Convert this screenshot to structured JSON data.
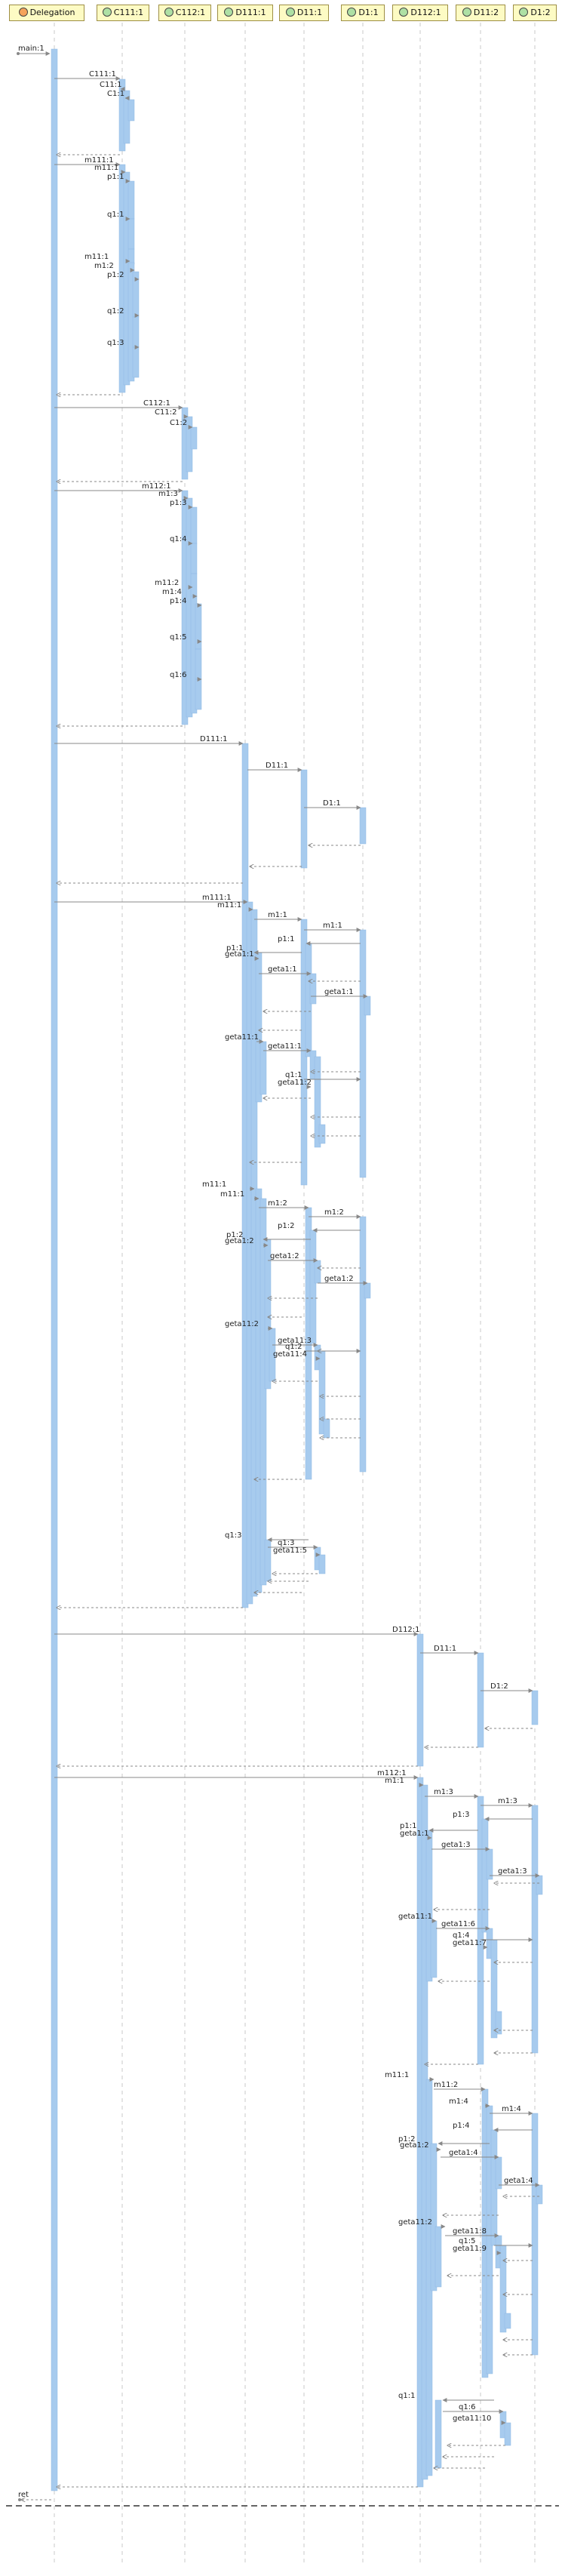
{
  "participants": [
    {
      "name": "Delegation",
      "kind": "class"
    },
    {
      "name": "C111:1",
      "kind": "object"
    },
    {
      "name": "C112:1",
      "kind": "object"
    },
    {
      "name": "D111:1",
      "kind": "object"
    },
    {
      "name": "D11:1",
      "kind": "object"
    },
    {
      "name": "D1:1",
      "kind": "object"
    },
    {
      "name": "D112:1",
      "kind": "object"
    },
    {
      "name": "D11:2",
      "kind": "object"
    },
    {
      "name": "D1:2",
      "kind": "object"
    }
  ],
  "entry_label": "main:1",
  "exit_label": "ret",
  "messages": [
    {
      "from": 0,
      "to": 1,
      "label": "C111:1"
    },
    {
      "from": 1,
      "to": 1,
      "label": "C11:1"
    },
    {
      "from": 1,
      "to": 1,
      "label": "C1:1"
    },
    {
      "from": 0,
      "to": 1,
      "label": "m111:1"
    },
    {
      "from": 1,
      "to": 1,
      "label": "m11:1"
    },
    {
      "from": 1,
      "to": 1,
      "label": "p1:1"
    },
    {
      "from": 1,
      "to": 1,
      "label": "q1:1"
    },
    {
      "from": 1,
      "to": 1,
      "label": "m11:1"
    },
    {
      "from": 1,
      "to": 1,
      "label": "m1:2"
    },
    {
      "from": 1,
      "to": 1,
      "label": "p1:2"
    },
    {
      "from": 1,
      "to": 1,
      "label": "q1:2"
    },
    {
      "from": 1,
      "to": 1,
      "label": "q1:3"
    },
    {
      "from": 0,
      "to": 2,
      "label": "C112:1"
    },
    {
      "from": 2,
      "to": 2,
      "label": "C11:2"
    },
    {
      "from": 2,
      "to": 2,
      "label": "C1:2"
    },
    {
      "from": 0,
      "to": 2,
      "label": "m112:1"
    },
    {
      "from": 2,
      "to": 2,
      "label": "m1:3"
    },
    {
      "from": 2,
      "to": 2,
      "label": "p1:3"
    },
    {
      "from": 2,
      "to": 2,
      "label": "q1:4"
    },
    {
      "from": 2,
      "to": 2,
      "label": "m11:2"
    },
    {
      "from": 2,
      "to": 2,
      "label": "m1:4"
    },
    {
      "from": 2,
      "to": 2,
      "label": "p1:4"
    },
    {
      "from": 2,
      "to": 2,
      "label": "q1:5"
    },
    {
      "from": 2,
      "to": 2,
      "label": "q1:6"
    },
    {
      "from": 0,
      "to": 3,
      "label": "D111:1"
    },
    {
      "from": 3,
      "to": 4,
      "label": "D11:1"
    },
    {
      "from": 4,
      "to": 5,
      "label": "D1:1"
    },
    {
      "from": 0,
      "to": 3,
      "label": "m111:1"
    },
    {
      "from": 3,
      "to": 3,
      "label": "m11:1"
    },
    {
      "from": 3,
      "to": 4,
      "label": "m1:1"
    },
    {
      "from": 4,
      "to": 5,
      "label": "m1:1"
    },
    {
      "from": 5,
      "to": 4,
      "label": "p1:1"
    },
    {
      "from": 4,
      "to": 3,
      "label": "p1:1"
    },
    {
      "from": 3,
      "to": 3,
      "label": "geta1:1"
    },
    {
      "from": 3,
      "to": 4,
      "label": "geta1:1"
    },
    {
      "from": 4,
      "to": 5,
      "label": "geta1:1"
    },
    {
      "from": 3,
      "to": 3,
      "label": "geta11:1"
    },
    {
      "from": 3,
      "to": 4,
      "label": "geta11:1"
    },
    {
      "from": 4,
      "to": 5,
      "label": "q1:1"
    },
    {
      "from": 4,
      "to": 4,
      "label": "geta11:2"
    },
    {
      "from": 3,
      "to": 3,
      "label": "m11:1"
    },
    {
      "from": 3,
      "to": 3,
      "label": "m11:1"
    },
    {
      "from": 3,
      "to": 4,
      "label": "m1:2"
    },
    {
      "from": 4,
      "to": 5,
      "label": "m1:2"
    },
    {
      "from": 5,
      "to": 4,
      "label": "p1:2"
    },
    {
      "from": 4,
      "to": 3,
      "label": "p1:2"
    },
    {
      "from": 3,
      "to": 3,
      "label": "geta1:2"
    },
    {
      "from": 3,
      "to": 4,
      "label": "geta1:2"
    },
    {
      "from": 4,
      "to": 5,
      "label": "geta1:2"
    },
    {
      "from": 3,
      "to": 3,
      "label": "geta11:2"
    },
    {
      "from": 3,
      "to": 4,
      "label": "geta11:3"
    },
    {
      "from": 4,
      "to": 5,
      "label": "q1:2"
    },
    {
      "from": 4,
      "to": 4,
      "label": "geta11:4"
    },
    {
      "from": 4,
      "to": 3,
      "label": "q1:3"
    },
    {
      "from": 3,
      "to": 4,
      "label": "q1:3"
    },
    {
      "from": 4,
      "to": 4,
      "label": "geta11:5"
    },
    {
      "from": 0,
      "to": 6,
      "label": "D112:1"
    },
    {
      "from": 6,
      "to": 7,
      "label": "D11:1"
    },
    {
      "from": 7,
      "to": 8,
      "label": "D1:2"
    },
    {
      "from": 0,
      "to": 6,
      "label": "m112:1"
    },
    {
      "from": 6,
      "to": 6,
      "label": "m1:1"
    },
    {
      "from": 6,
      "to": 7,
      "label": "m1:3"
    },
    {
      "from": 7,
      "to": 8,
      "label": "m1:3"
    },
    {
      "from": 8,
      "to": 7,
      "label": "p1:3"
    },
    {
      "from": 7,
      "to": 6,
      "label": "p1:1"
    },
    {
      "from": 6,
      "to": 6,
      "label": "geta1:1"
    },
    {
      "from": 6,
      "to": 7,
      "label": "geta1:3"
    },
    {
      "from": 7,
      "to": 8,
      "label": "geta1:3"
    },
    {
      "from": 6,
      "to": 6,
      "label": "geta11:1"
    },
    {
      "from": 6,
      "to": 7,
      "label": "geta11:6"
    },
    {
      "from": 7,
      "to": 8,
      "label": "q1:4"
    },
    {
      "from": 7,
      "to": 7,
      "label": "geta11:7"
    },
    {
      "from": 6,
      "to": 6,
      "label": "m11:1"
    },
    {
      "from": 6,
      "to": 7,
      "label": "m11:2"
    },
    {
      "from": 7,
      "to": 7,
      "label": "m1:4"
    },
    {
      "from": 7,
      "to": 8,
      "label": "m1:4"
    },
    {
      "from": 8,
      "to": 7,
      "label": "p1:4"
    },
    {
      "from": 7,
      "to": 6,
      "label": "p1:2"
    },
    {
      "from": 6,
      "to": 6,
      "label": "geta1:2"
    },
    {
      "from": 6,
      "to": 7,
      "label": "geta1:4"
    },
    {
      "from": 7,
      "to": 8,
      "label": "geta1:4"
    },
    {
      "from": 6,
      "to": 6,
      "label": "geta11:2"
    },
    {
      "from": 6,
      "to": 7,
      "label": "geta11:8"
    },
    {
      "from": 7,
      "to": 8,
      "label": "q1:5"
    },
    {
      "from": 7,
      "to": 7,
      "label": "geta11:9"
    },
    {
      "from": 7,
      "to": 6,
      "label": "q1:1"
    },
    {
      "from": 6,
      "to": 7,
      "label": "q1:6"
    },
    {
      "from": 7,
      "to": 7,
      "label": "geta11:10"
    }
  ]
}
